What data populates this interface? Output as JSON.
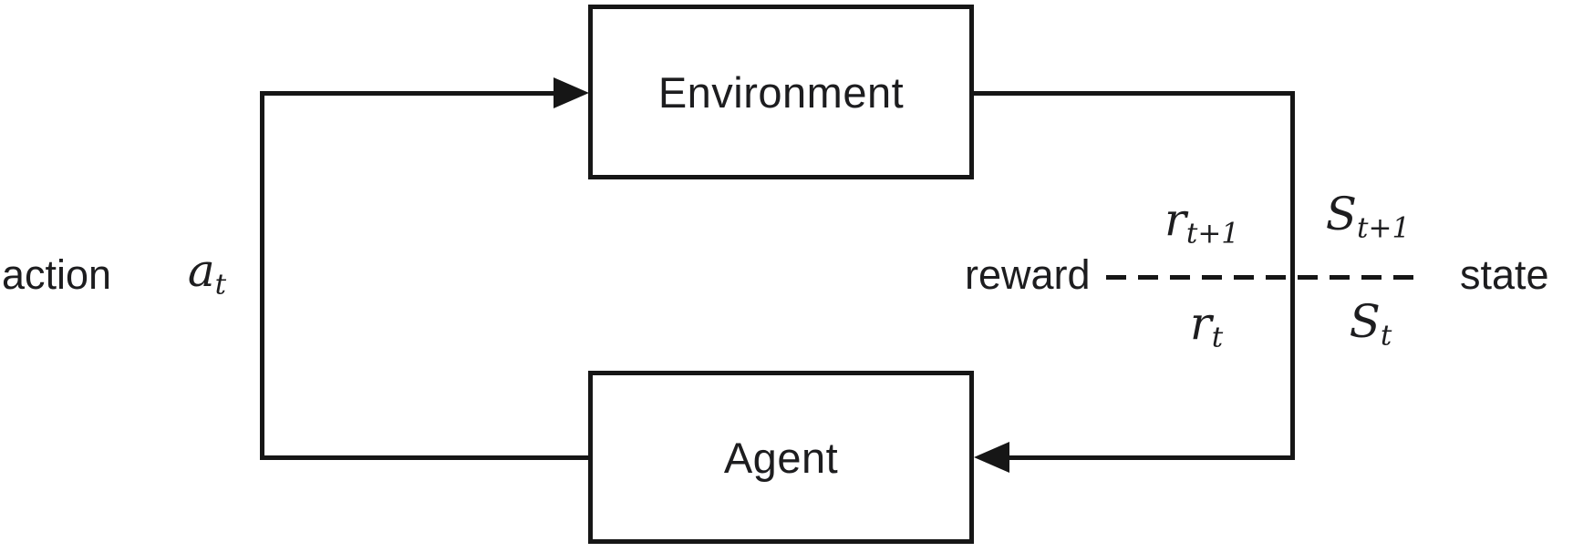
{
  "nodes": {
    "environment": "Environment",
    "agent": "Agent"
  },
  "labels": {
    "action": "action",
    "reward": "reward",
    "state": "state"
  },
  "symbols": {
    "action": {
      "base": "a",
      "sub": "t"
    },
    "reward_next": {
      "base": "r",
      "sub": "t+1"
    },
    "reward_current": {
      "base": "r",
      "sub": "t"
    },
    "state_next": {
      "base": "S",
      "sub": "t+1"
    },
    "state_current": {
      "base": "S",
      "sub": "t"
    }
  },
  "colors": {
    "line": "#161616",
    "text": "#1d1d1f",
    "background": "#ffffff"
  }
}
